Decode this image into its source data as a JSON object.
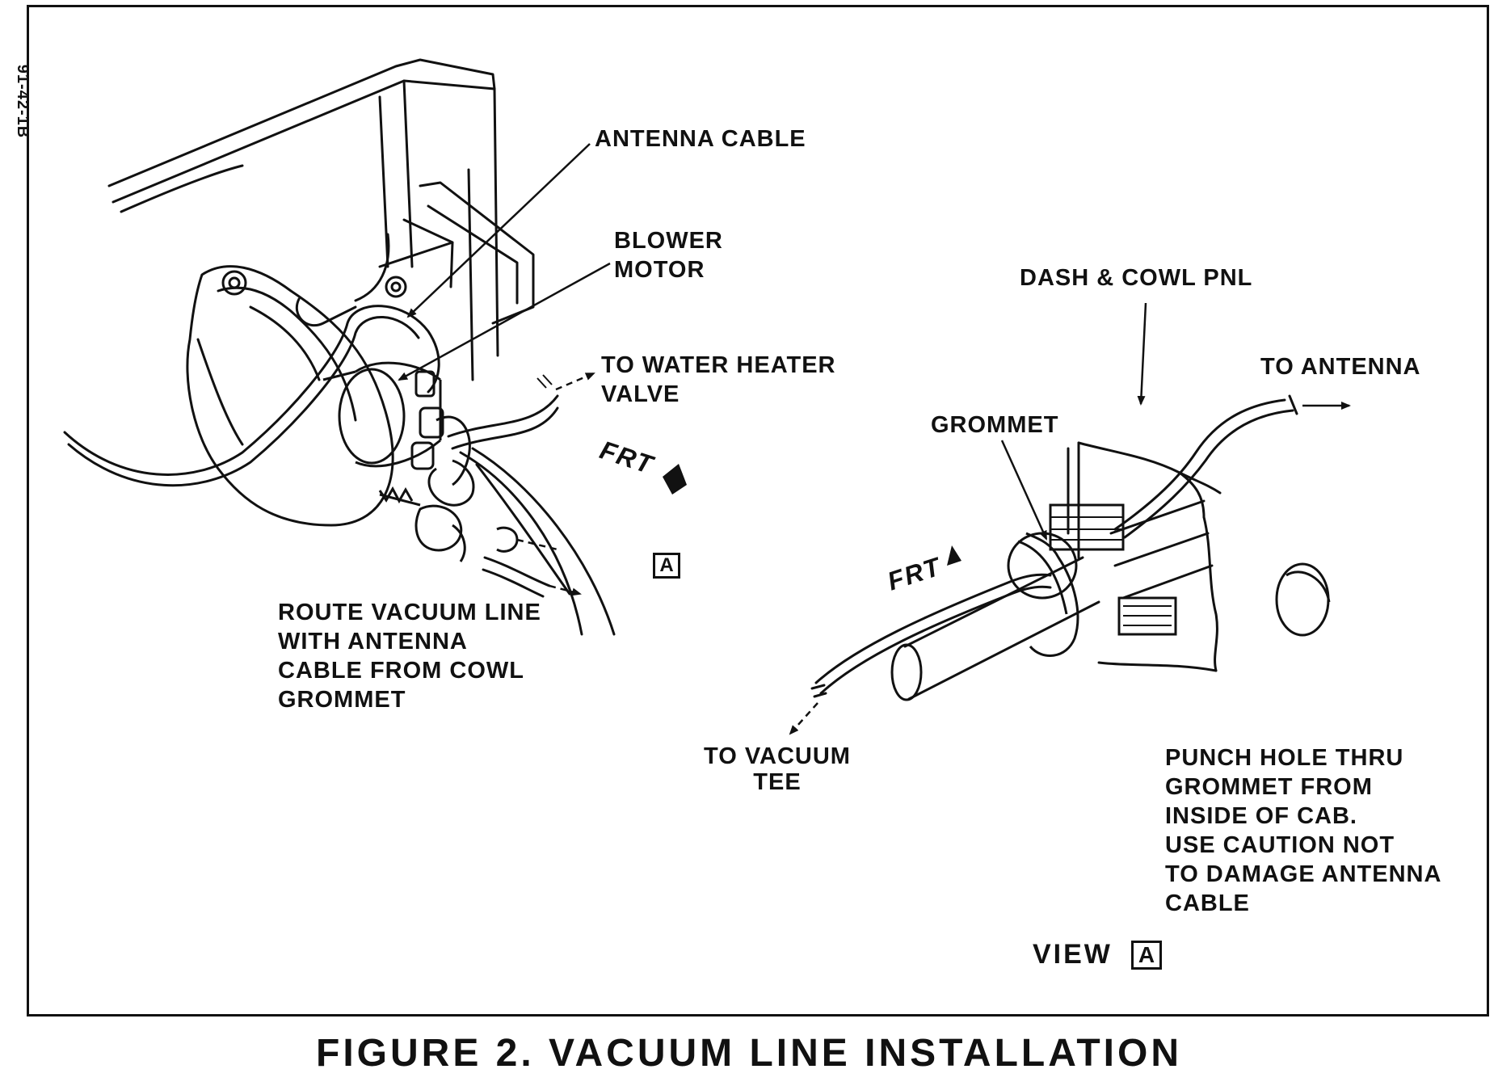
{
  "page_code": "91-42-1B",
  "figure_title": "FIGURE 2. VACUUM LINE INSTALLATION",
  "callouts": {
    "antenna_cable": "ANTENNA CABLE",
    "blower_motor_l1": "BLOWER",
    "blower_motor_l2": "MOTOR",
    "water_heater_l1": "TO WATER HEATER",
    "water_heater_l2": "VALVE",
    "frt_left": "FRT",
    "view_ref_left": "A",
    "route_note": [
      "ROUTE VACUUM LINE",
      "WITH ANTENNA",
      "CABLE FROM COWL",
      "GROMMET"
    ],
    "dash_cowl": "DASH & COWL PNL",
    "to_antenna": "TO ANTENNA",
    "grommet": "GROMMET",
    "frt_right": "FRT",
    "to_vacuum_tee_l1": "TO VACUUM",
    "to_vacuum_tee_l2": "TEE",
    "punch_note": [
      "PUNCH HOLE THRU",
      "GROMMET FROM",
      "INSIDE OF CAB.",
      "USE CAUTION NOT",
      "TO DAMAGE ANTENNA",
      "CABLE"
    ],
    "view_label": "VIEW",
    "view_ref_right": "A"
  },
  "colors": {
    "ink": "#111111",
    "paper": "#ffffff"
  }
}
